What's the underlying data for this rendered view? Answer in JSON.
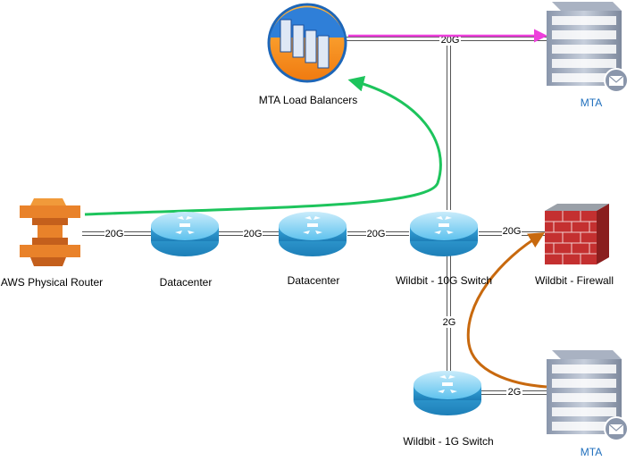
{
  "nodes": {
    "aws_router": {
      "label": "AWS Physical Router",
      "icon": "aws-router-icon"
    },
    "datacenter_1": {
      "label": "Datacenter",
      "icon": "router-icon"
    },
    "datacenter_2": {
      "label": "Datacenter",
      "icon": "router-icon"
    },
    "switch_10g": {
      "label": "Wildbit - 10G Switch",
      "icon": "router-icon"
    },
    "firewall": {
      "label": "Wildbit - Firewall",
      "icon": "firewall-icon"
    },
    "switch_1g": {
      "label": "Wildbit - 1G Switch",
      "icon": "router-icon"
    },
    "load_balancers": {
      "label": "MTA Load Balancers",
      "icon": "load-balancer-icon"
    },
    "mta_top": {
      "label": "MTA",
      "icon": "mail-server-icon"
    },
    "mta_bottom": {
      "label": "MTA",
      "icon": "mail-server-icon"
    }
  },
  "links": {
    "aws_to_dc1": "20G",
    "dc1_to_dc2": "20G",
    "dc2_to_switch": "20G",
    "switch_to_firewall": "20G",
    "switch_to_1g": "2G",
    "switch1g_to_mta": "2G",
    "lb_to_mta": "20G"
  },
  "colors": {
    "flow_green": "#1dc45c",
    "flow_magenta": "#ee3fdc",
    "flow_orange": "#c8690e",
    "label_blue": "#1f6fbd"
  }
}
